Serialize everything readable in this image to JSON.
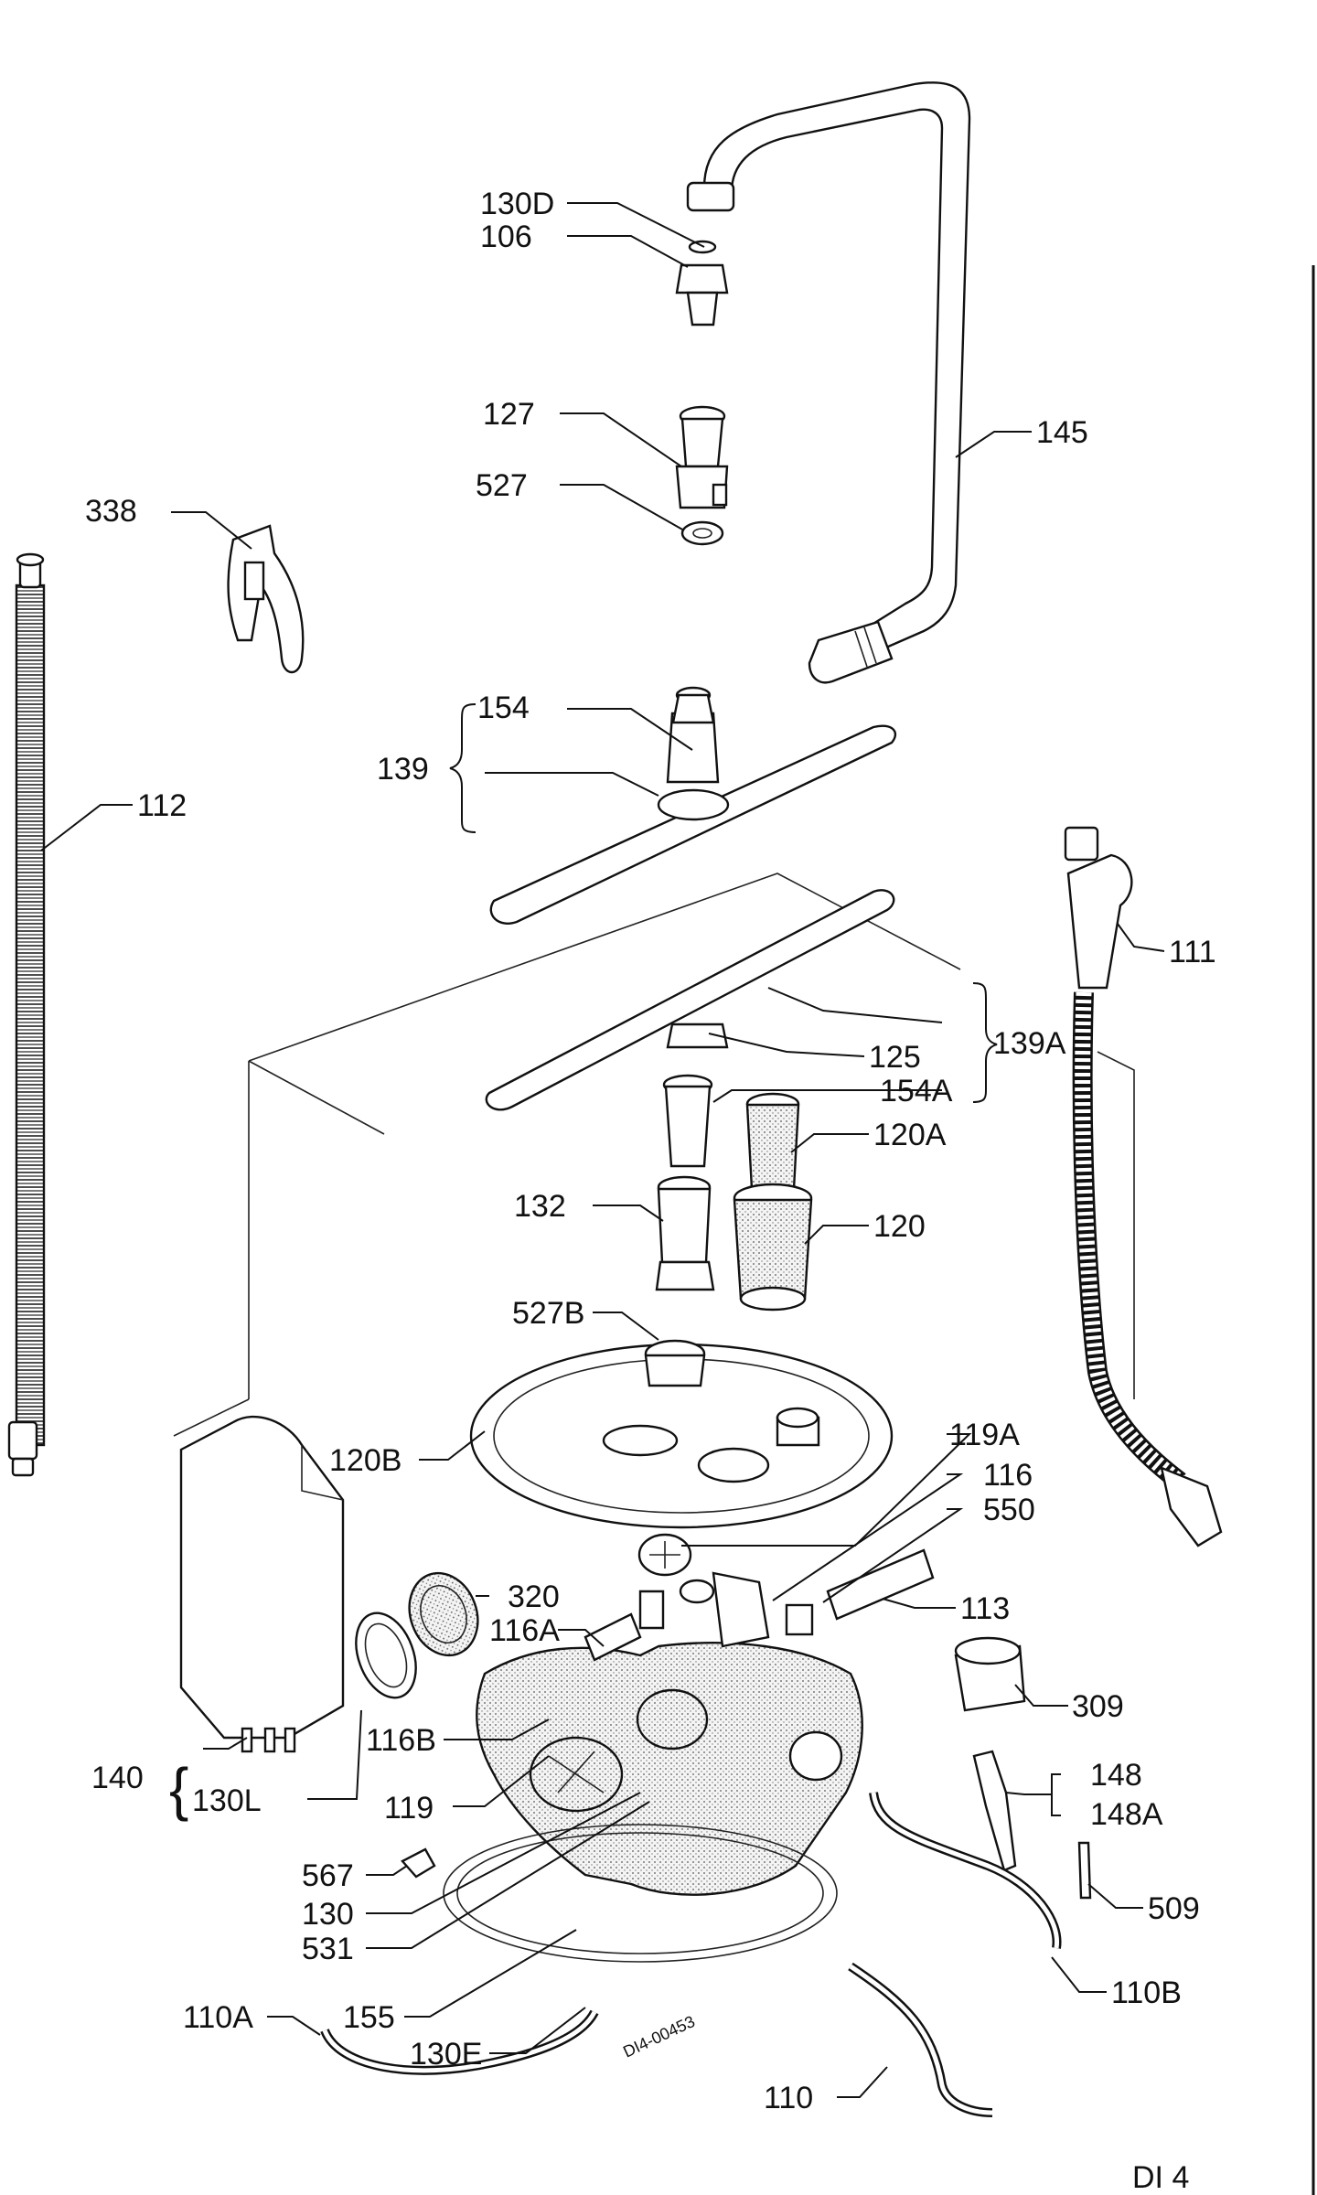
{
  "diagram": {
    "code": "DI4-00453",
    "corner_code": "DI 4",
    "labels": {
      "l130d": "130D",
      "l106": "106",
      "l127": "127",
      "l527": "527",
      "l145": "145",
      "l338": "338",
      "l112": "112",
      "l154": "154",
      "l139": "139",
      "l111": "111",
      "l125": "125",
      "l139a": "139A",
      "l154a": "154A",
      "l120a": "120A",
      "l132": "132",
      "l120": "120",
      "l527b": "527B",
      "l120b": "120B",
      "l119a": "119A",
      "l116": "116",
      "l550": "550",
      "l320": "320",
      "l116a": "116A",
      "l113": "113",
      "l309": "309",
      "l116b": "116B",
      "l148": "148",
      "l148a": "148A",
      "l140": "140",
      "l130l": "130L",
      "l119": "119",
      "l567": "567",
      "l509": "509",
      "l130": "130",
      "l531": "531",
      "l110b": "110B",
      "l110a": "110A",
      "l155": "155",
      "l130e": "130E",
      "l110": "110"
    }
  }
}
